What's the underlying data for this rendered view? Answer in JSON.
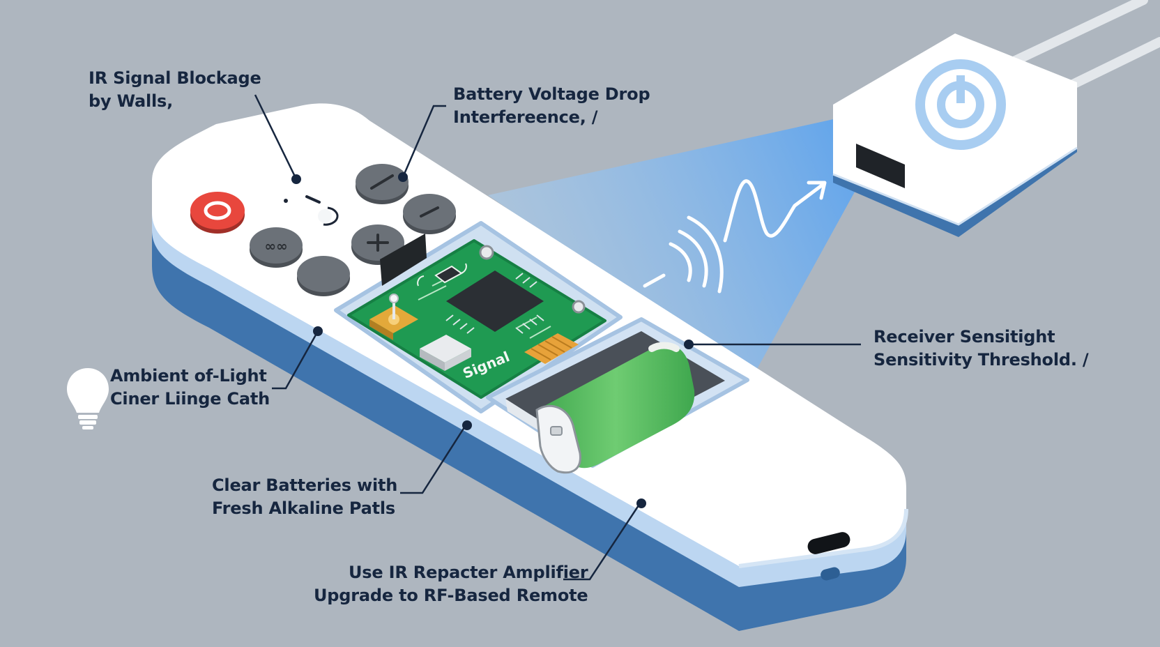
{
  "palette": {
    "background": "#aeb6bf",
    "remote_top": "#ffffff",
    "remote_side": "#3f74ad",
    "remote_rim": "#bcd6f1",
    "button_gray": "#6b7178",
    "power_red": "#e8473d",
    "pcb_green": "#1f9a52",
    "chip": "#2b2f34",
    "battery_green": "#4cb75a",
    "ir_beam": "#6fb0f0",
    "text": "#16263f"
  },
  "icons": [
    "power-icon",
    "minus-icon",
    "plus-icon",
    "link-icon",
    "lightbulb-icon",
    "receiver-logo-icon",
    "ir-signal-waves-icon",
    "arrow-icon"
  ],
  "pcb": {
    "silkscreen": "Signal"
  },
  "callouts": {
    "ir_blockage": {
      "line1": "IR Signal Blockage",
      "line2": "by Walls,"
    },
    "battery_drop": {
      "line1": "Battery Voltage Drop",
      "line2": "Interfereence, /"
    },
    "receiver": {
      "line1": "Receiver Sensitight",
      "line2": "Sensitivity Threshold. /"
    },
    "ambient": {
      "line1": "Ambient of-Light",
      "line2": "Ciner Liinge Cath"
    },
    "batteries": {
      "line1": "Clear Batteries with",
      "line2": "Fresh Alkaline Patls"
    },
    "repeater": {
      "line1": "Use IR Repacter Amplifier",
      "line2": "Upgrade to RF-Based Remote"
    }
  }
}
